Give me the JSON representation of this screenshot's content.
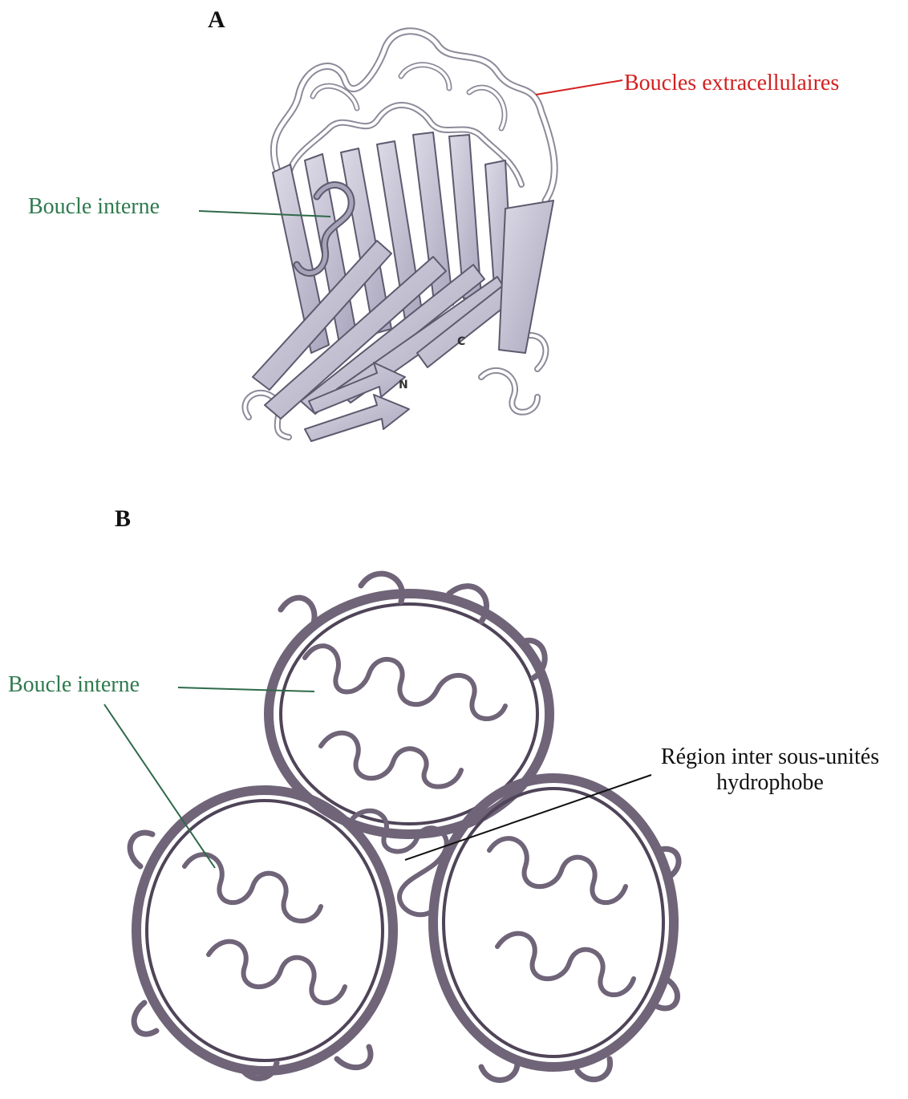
{
  "panel_a": {
    "letter": "A",
    "label_internal_loop": "Boucle interne",
    "label_extracellular_loops": "Boucles extracellulaires",
    "terminus_n": "N",
    "terminus_c": "C"
  },
  "panel_b": {
    "letter": "B",
    "label_internal_loop": "Boucle interne",
    "label_interface_line1": "Région inter sous-unités",
    "label_interface_line2": "hydrophobe"
  },
  "colors": {
    "internal_loop_label": "#2f7a4e",
    "extracellular_label": "#d42020",
    "monomer_strands": "#b9b6cc",
    "trimer_ribbon": "#6f6478"
  }
}
